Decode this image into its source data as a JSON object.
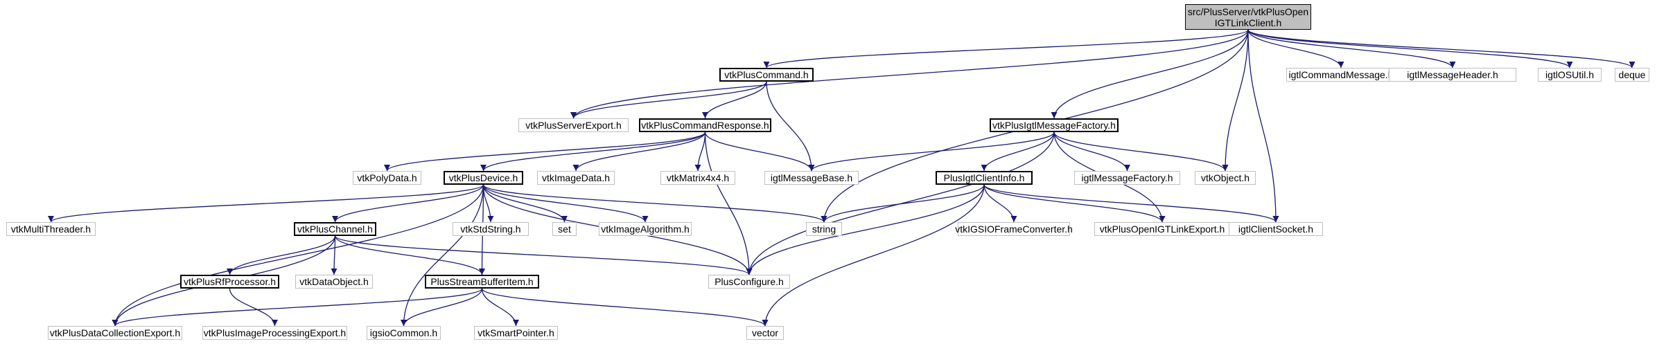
{
  "diagram": {
    "type": "include-dependency-graph",
    "colors": {
      "edge": "#191970",
      "root_fill": "#bfbfbf",
      "node_border": "#bfbfbf",
      "documented_border": "#000000"
    },
    "root": {
      "line1": "src/PlusServer/vtkPlusOpen",
      "line2": "IGTLinkClient.h"
    },
    "nodes": {
      "vtkPlusCommand": "vtkPlusCommand.h",
      "igtlCommandMessage": "igtlCommandMessage.h",
      "igtlMessageHeader": "igtlMessageHeader.h",
      "igtlOSUtil": "igtlOSUtil.h",
      "deque": "deque",
      "vtkPlusServerExport": "vtkPlusServerExport.h",
      "vtkPlusCommandResponse": "vtkPlusCommandResponse.h",
      "vtkPlusIgtlMessageFactory": "vtkPlusIgtlMessageFactory.h",
      "vtkPolyData": "vtkPolyData.h",
      "vtkPlusDevice": "vtkPlusDevice.h",
      "vtkImageData": "vtkImageData.h",
      "vtkMatrix4x4": "vtkMatrix4x4.h",
      "igtlMessageBase": "igtlMessageBase.h",
      "PlusIgtlClientInfo": "PlusIgtlClientInfo.h",
      "igtlMessageFactory": "igtlMessageFactory.h",
      "vtkObject": "vtkObject.h",
      "vtkMultiThreader": "vtkMultiThreader.h",
      "vtkPlusChannel": "vtkPlusChannel.h",
      "vtkStdString": "vtkStdString.h",
      "set": "set",
      "vtkImageAlgorithm": "vtkImageAlgorithm.h",
      "string": "string",
      "vtkIGSIOFrameConverter": "vtkIGSIOFrameConverter.h",
      "vtkPlusOpenIGTLinkExport": "vtkPlusOpenIGTLinkExport.h",
      "igtlClientSocket": "igtlClientSocket.h",
      "vtkPlusRfProcessor": "vtkPlusRfProcessor.h",
      "vtkDataObject": "vtkDataObject.h",
      "PlusStreamBufferItem": "PlusStreamBufferItem.h",
      "PlusConfigure": "PlusConfigure.h",
      "vtkPlusDataCollectionExport": "vtkPlusDataCollectionExport.h",
      "vtkPlusImageProcessingExport": "vtkPlusImageProcessingExport.h",
      "igsioCommon": "igsioCommon.h",
      "vtkSmartPointer": "vtkSmartPointer.h",
      "vector": "vector"
    },
    "edges": [
      [
        "root",
        "vtkPlusCommand"
      ],
      [
        "root",
        "igtlCommandMessage"
      ],
      [
        "root",
        "igtlMessageHeader"
      ],
      [
        "root",
        "igtlOSUtil"
      ],
      [
        "root",
        "deque"
      ],
      [
        "root",
        "vtkPlusServerExport"
      ],
      [
        "root",
        "vtkPlusIgtlMessageFactory"
      ],
      [
        "root",
        "string"
      ],
      [
        "root",
        "vtkObject"
      ],
      [
        "root",
        "igtlClientSocket"
      ],
      [
        "vtkPlusCommand",
        "vtkPlusServerExport"
      ],
      [
        "vtkPlusCommand",
        "vtkPlusCommandResponse"
      ],
      [
        "vtkPlusCommand",
        "igtlMessageBase"
      ],
      [
        "vtkPlusCommandResponse",
        "vtkPolyData"
      ],
      [
        "vtkPlusCommandResponse",
        "vtkPlusDevice"
      ],
      [
        "vtkPlusCommandResponse",
        "vtkImageData"
      ],
      [
        "vtkPlusCommandResponse",
        "vtkMatrix4x4"
      ],
      [
        "vtkPlusCommandResponse",
        "igtlMessageBase"
      ],
      [
        "vtkPlusCommandResponse",
        "PlusConfigure"
      ],
      [
        "vtkPlusIgtlMessageFactory",
        "igtlMessageBase"
      ],
      [
        "vtkPlusIgtlMessageFactory",
        "PlusIgtlClientInfo"
      ],
      [
        "vtkPlusIgtlMessageFactory",
        "igtlMessageFactory"
      ],
      [
        "vtkPlusIgtlMessageFactory",
        "vtkObject"
      ],
      [
        "vtkPlusIgtlMessageFactory",
        "vtkPlusOpenIGTLinkExport"
      ],
      [
        "vtkPlusIgtlMessageFactory",
        "PlusConfigure"
      ],
      [
        "vtkPlusDevice",
        "vtkMultiThreader"
      ],
      [
        "vtkPlusDevice",
        "vtkPlusChannel"
      ],
      [
        "vtkPlusDevice",
        "vtkStdString"
      ],
      [
        "vtkPlusDevice",
        "set"
      ],
      [
        "vtkPlusDevice",
        "vtkImageAlgorithm"
      ],
      [
        "vtkPlusDevice",
        "string"
      ],
      [
        "vtkPlusDevice",
        "PlusConfigure"
      ],
      [
        "vtkPlusDevice",
        "PlusStreamBufferItem"
      ],
      [
        "vtkPlusDevice",
        "igsioCommon"
      ],
      [
        "vtkPlusDevice",
        "vtkPlusDataCollectionExport"
      ],
      [
        "PlusIgtlClientInfo",
        "string"
      ],
      [
        "PlusIgtlClientInfo",
        "vtkIGSIOFrameConverter"
      ],
      [
        "PlusIgtlClientInfo",
        "vtkPlusOpenIGTLinkExport"
      ],
      [
        "PlusIgtlClientInfo",
        "igtlClientSocket"
      ],
      [
        "PlusIgtlClientInfo",
        "PlusConfigure"
      ],
      [
        "PlusIgtlClientInfo",
        "vector"
      ],
      [
        "vtkPlusChannel",
        "vtkPlusRfProcessor"
      ],
      [
        "vtkPlusChannel",
        "vtkDataObject"
      ],
      [
        "vtkPlusChannel",
        "PlusStreamBufferItem"
      ],
      [
        "vtkPlusChannel",
        "PlusConfigure"
      ],
      [
        "vtkPlusChannel",
        "vtkPlusDataCollectionExport"
      ],
      [
        "vtkPlusRfProcessor",
        "vtkPlusImageProcessingExport"
      ],
      [
        "PlusStreamBufferItem",
        "vtkPlusDataCollectionExport"
      ],
      [
        "PlusStreamBufferItem",
        "igsioCommon"
      ],
      [
        "PlusStreamBufferItem",
        "vtkSmartPointer"
      ],
      [
        "PlusStreamBufferItem",
        "vector"
      ]
    ]
  }
}
